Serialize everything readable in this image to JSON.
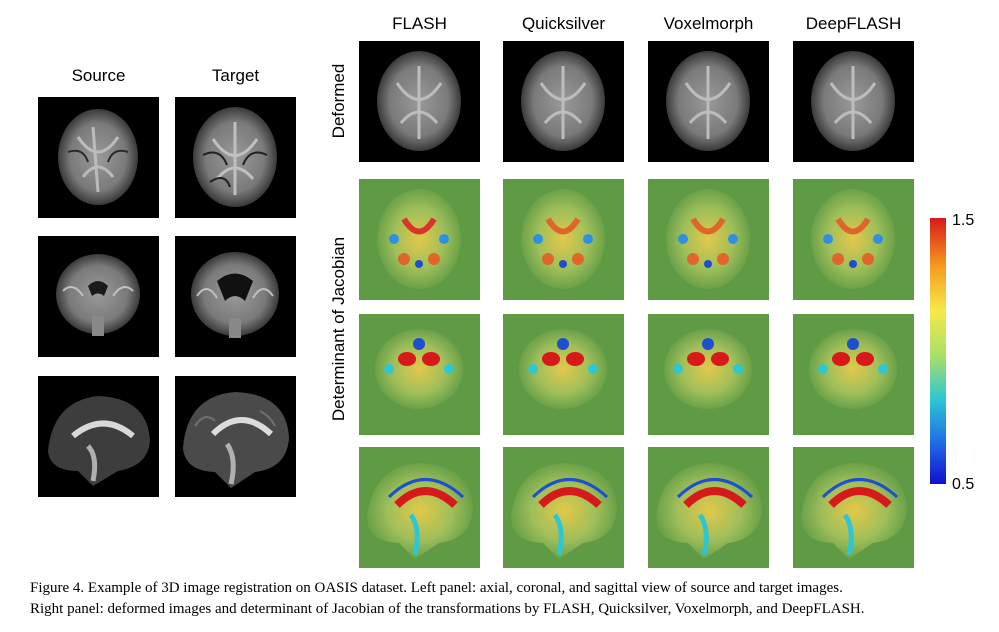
{
  "left_panel": {
    "headers": [
      "Source",
      "Target"
    ]
  },
  "right_panel": {
    "methods": [
      "FLASH",
      "Quicksilver",
      "Voxelmorph",
      "DeepFLASH"
    ],
    "row_label_deformed": "Deformed",
    "row_label_jacobian": "Determinant of Jacobian"
  },
  "colorbar": {
    "max_label": "1.5",
    "min_label": "0.5",
    "colors": [
      "#d7191c",
      "#f59b1f",
      "#f5e94a",
      "#a7df6a",
      "#2ec7d1",
      "#1f6fe6",
      "#1010d0"
    ]
  },
  "caption": {
    "line1": "Figure 4. Example of 3D image registration on OASIS dataset. Left panel: axial, coronal, and sagittal view of source and target images.",
    "line2": "Right panel: deformed images and determinant of Jacobian of the transformations by FLASH, Quicksilver, Voxelmorph, and DeepFLASH."
  }
}
